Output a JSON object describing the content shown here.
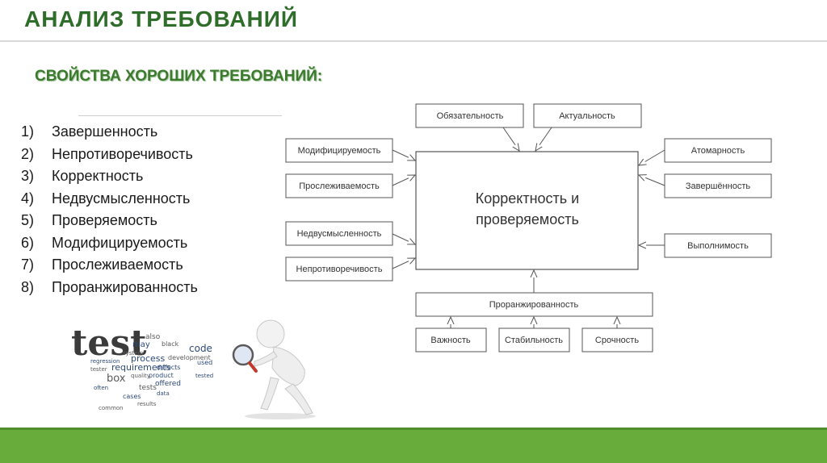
{
  "slide": {
    "title": "АНАЛИЗ ТРЕБОВАНИЙ",
    "subtitle": "СВОЙСТВА ХОРОШИХ ТРЕБОВАНИЙ:",
    "colors": {
      "title": "#2f6e2a",
      "subtitle": "#3c7a2e",
      "footer": "#68ad3b"
    }
  },
  "list": [
    {
      "num": "1)",
      "text": "Завершенность"
    },
    {
      "num": "2)",
      "text": "Непротиворечивость"
    },
    {
      "num": "3)",
      "text": "Корректность"
    },
    {
      "num": "4)",
      "text": "Недвусмысленность"
    },
    {
      "num": "5)",
      "text": "Проверяемость"
    },
    {
      "num": "6)",
      "text": "Модифицируемость"
    },
    {
      "num": "7)",
      "text": "Прослеживаемость"
    },
    {
      "num": "8)",
      "text": "Проранжированность"
    }
  ],
  "diagram": {
    "center": {
      "line1": "Корректность и",
      "line2": "проверяемость"
    },
    "top": [
      "Обязательность",
      "Актуальность"
    ],
    "left": [
      "Модифицируемость",
      "Прослеживаемость",
      "Недвусмысленность",
      "Непротиворечивость"
    ],
    "right": [
      "Атомарность",
      "Завершённость",
      "Выполнимость"
    ],
    "ranking": "Проранжированность",
    "bottom": [
      "Важность",
      "Стабильность",
      "Срочность"
    ]
  },
  "illustration": {
    "icon": "magnifying-glass-figure-icon",
    "wordcloud": {
      "big": "test",
      "mid": [
        "may",
        "code",
        "also",
        "process",
        "requirements",
        "development",
        "defects",
        "box",
        "product",
        "quality",
        "offered",
        "tests",
        "cases",
        "black",
        "used",
        "system",
        "regression",
        "tester",
        "tested",
        "results",
        "data",
        "common",
        "often"
      ]
    }
  }
}
